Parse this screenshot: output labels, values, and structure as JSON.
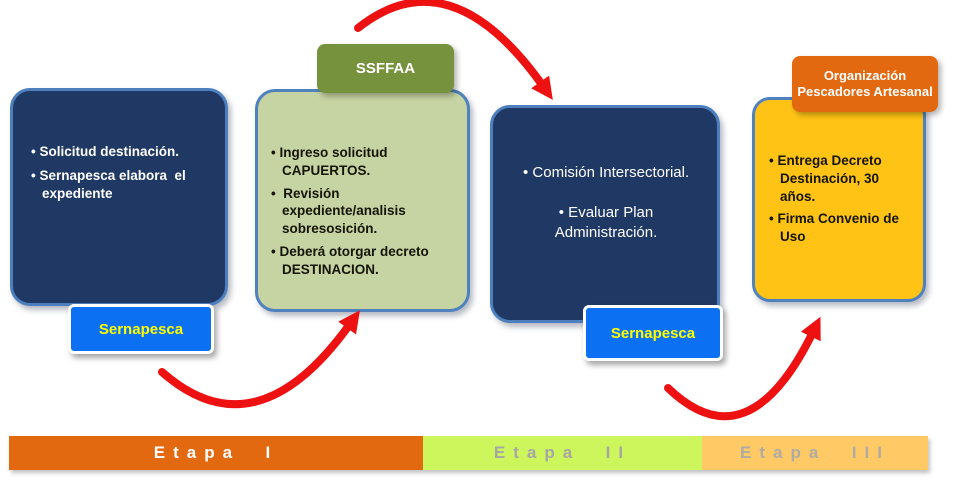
{
  "stages": [
    {
      "badge": "Sernapesca",
      "bullets": [
        "• Solicitud destinación.",
        "• Sernapesca elabora  el expediente"
      ]
    },
    {
      "tab": "SSFFAA",
      "bullets": [
        "• Ingreso solicitud CAPUERTOS.",
        "•  Revisión expediente/analisis sobresosición.",
        "• Deberá otorgar decreto DESTINACION."
      ]
    },
    {
      "badge": "Sernapesca",
      "bullets": [
        "• Comisión Intersectorial.",
        "• Evaluar Plan Administración."
      ]
    },
    {
      "tab": "Organización Pescadores Artesanal",
      "bullets": [
        "• Entrega Decreto Destinación, 30 años.",
        "• Firma Convenio de Uso"
      ]
    }
  ],
  "footer": {
    "segments": [
      {
        "label": "Etapa  I"
      },
      {
        "label": "Etapa  II"
      },
      {
        "label": "Etapa  III"
      }
    ]
  },
  "colors": {
    "navy_box": "#1F3864",
    "navy_border": "#4D7EBE",
    "sage_box": "#C6D3A2",
    "blue_border": "#4F81BD",
    "olive_tab": "#76923C",
    "gold_box": "#FFC316",
    "orange_tab": "#E2690F",
    "badge_blue": "#0C70F2",
    "badge_text_yellow": "#FFFF00",
    "bar_orange": "#E2690F",
    "bar_green": "#CDF55C",
    "bar_light_orange": "#FFC966",
    "etapa_gray_text": "#A6A6A6",
    "arrow_red": "#EE1111"
  }
}
